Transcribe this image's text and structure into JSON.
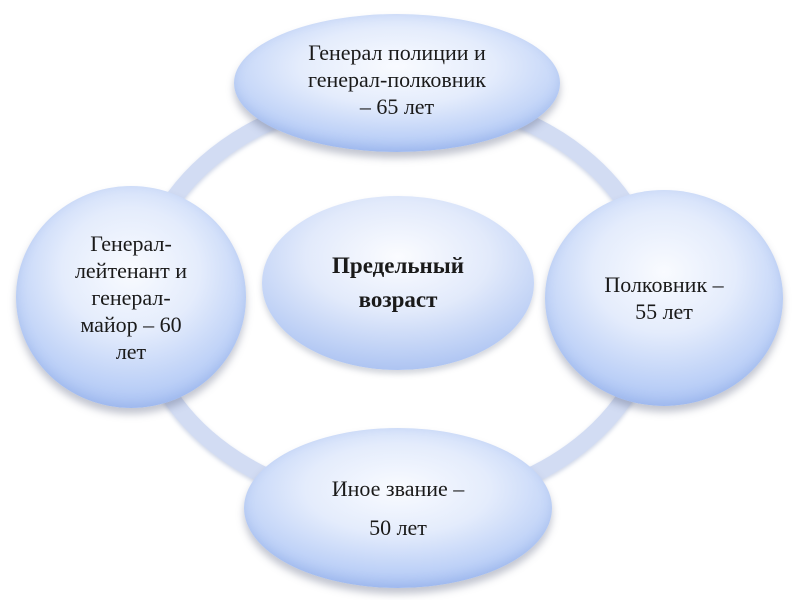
{
  "diagram": {
    "center": {
      "lines": [
        "Предельный",
        "возраст"
      ]
    },
    "nodes": {
      "top": {
        "lines": [
          "Генерал полиции и",
          "генерал-полковник",
          "– 65 лет"
        ]
      },
      "right": {
        "lines": [
          "Полковник –",
          "55 лет"
        ]
      },
      "bottom": {
        "lines": [
          "Иное звание –",
          "50 лет"
        ]
      },
      "left": {
        "lines": [
          "Генерал-",
          "лейтенант и",
          "генерал-",
          "майор – 60",
          "лет"
        ]
      }
    },
    "colors": {
      "node_fill": "#bcd0f7",
      "ring": "#d2dcf3",
      "text": "#1a1a1a"
    }
  }
}
